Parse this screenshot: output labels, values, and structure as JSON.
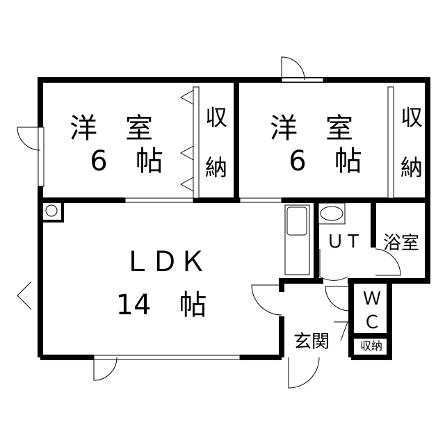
{
  "rooms": {
    "western1": {
      "name": "洋　室",
      "size": "6　帖"
    },
    "closet1": {
      "top": "収",
      "bottom": "納"
    },
    "western2": {
      "name": "洋　室",
      "size": "6　帖"
    },
    "closet2": {
      "top": "収",
      "bottom": "納"
    },
    "ldk": {
      "name": "ＬＤＫ",
      "size": "14　帖"
    },
    "utility": {
      "name": "ＵＴ"
    },
    "bath": {
      "name": "浴室"
    },
    "wc": {
      "top": "Ｗ",
      "bottom": "Ｃ"
    },
    "entrance": {
      "name": "玄関"
    },
    "storage": {
      "name": "収納"
    }
  }
}
